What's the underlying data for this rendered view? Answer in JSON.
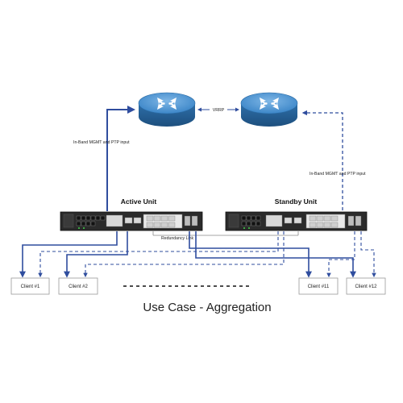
{
  "diagram": {
    "caption": "Use Case - Aggregation",
    "protocol_label": "VRRP",
    "units": {
      "active": {
        "title": "Active Unit",
        "link_label": "In-Band MGMT and PTP input"
      },
      "standby": {
        "title": "Standby Unit",
        "link_label": "In-Band MGMT and PTP input"
      }
    },
    "redundancy_label": "Redundancy Link",
    "clients": [
      "Client #1",
      "Client #2",
      "Client #11",
      "Client #12"
    ],
    "colors": {
      "link_blue": "#2f4d9e",
      "router_blue": "#3c86c8",
      "device_body": "#2b2b2b",
      "client_border": "#9a9a9a"
    },
    "icons": [
      "router-icon",
      "network-appliance-icon"
    ]
  }
}
